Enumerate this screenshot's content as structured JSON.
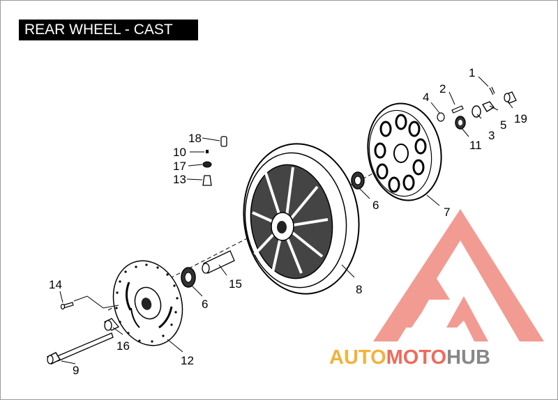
{
  "title": "REAR WHEEL - CAST",
  "callouts": [
    {
      "id": "1",
      "label": "1"
    },
    {
      "id": "2",
      "label": "2"
    },
    {
      "id": "3",
      "label": "3"
    },
    {
      "id": "4",
      "label": "4"
    },
    {
      "id": "5",
      "label": "5"
    },
    {
      "id": "6a",
      "label": "6"
    },
    {
      "id": "6b",
      "label": "6"
    },
    {
      "id": "7",
      "label": "7"
    },
    {
      "id": "8",
      "label": "8"
    },
    {
      "id": "9",
      "label": "9"
    },
    {
      "id": "10",
      "label": "10"
    },
    {
      "id": "11",
      "label": "11"
    },
    {
      "id": "12",
      "label": "12"
    },
    {
      "id": "13",
      "label": "13"
    },
    {
      "id": "14",
      "label": "14"
    },
    {
      "id": "15",
      "label": "15"
    },
    {
      "id": "16",
      "label": "16"
    },
    {
      "id": "17",
      "label": "17"
    },
    {
      "id": "18",
      "label": "18"
    },
    {
      "id": "19",
      "label": "19"
    }
  ],
  "watermark": {
    "part1": "AUTO",
    "part2": "MOTO",
    "part3": "HUB",
    "color_auto": "#f3b23a",
    "color_moto": "#ef6a5c",
    "color_hub": "#888888",
    "color_triangle": "#f08a80"
  }
}
